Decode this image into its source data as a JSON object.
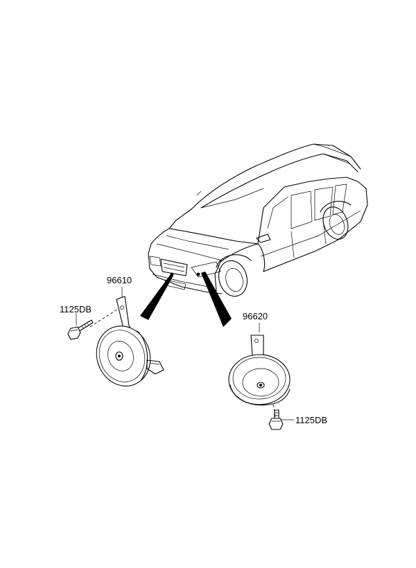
{
  "labels": {
    "horn_left": "96610",
    "horn_right": "96620",
    "bolt_left": "1125DB",
    "bolt_right": "1125DB"
  }
}
